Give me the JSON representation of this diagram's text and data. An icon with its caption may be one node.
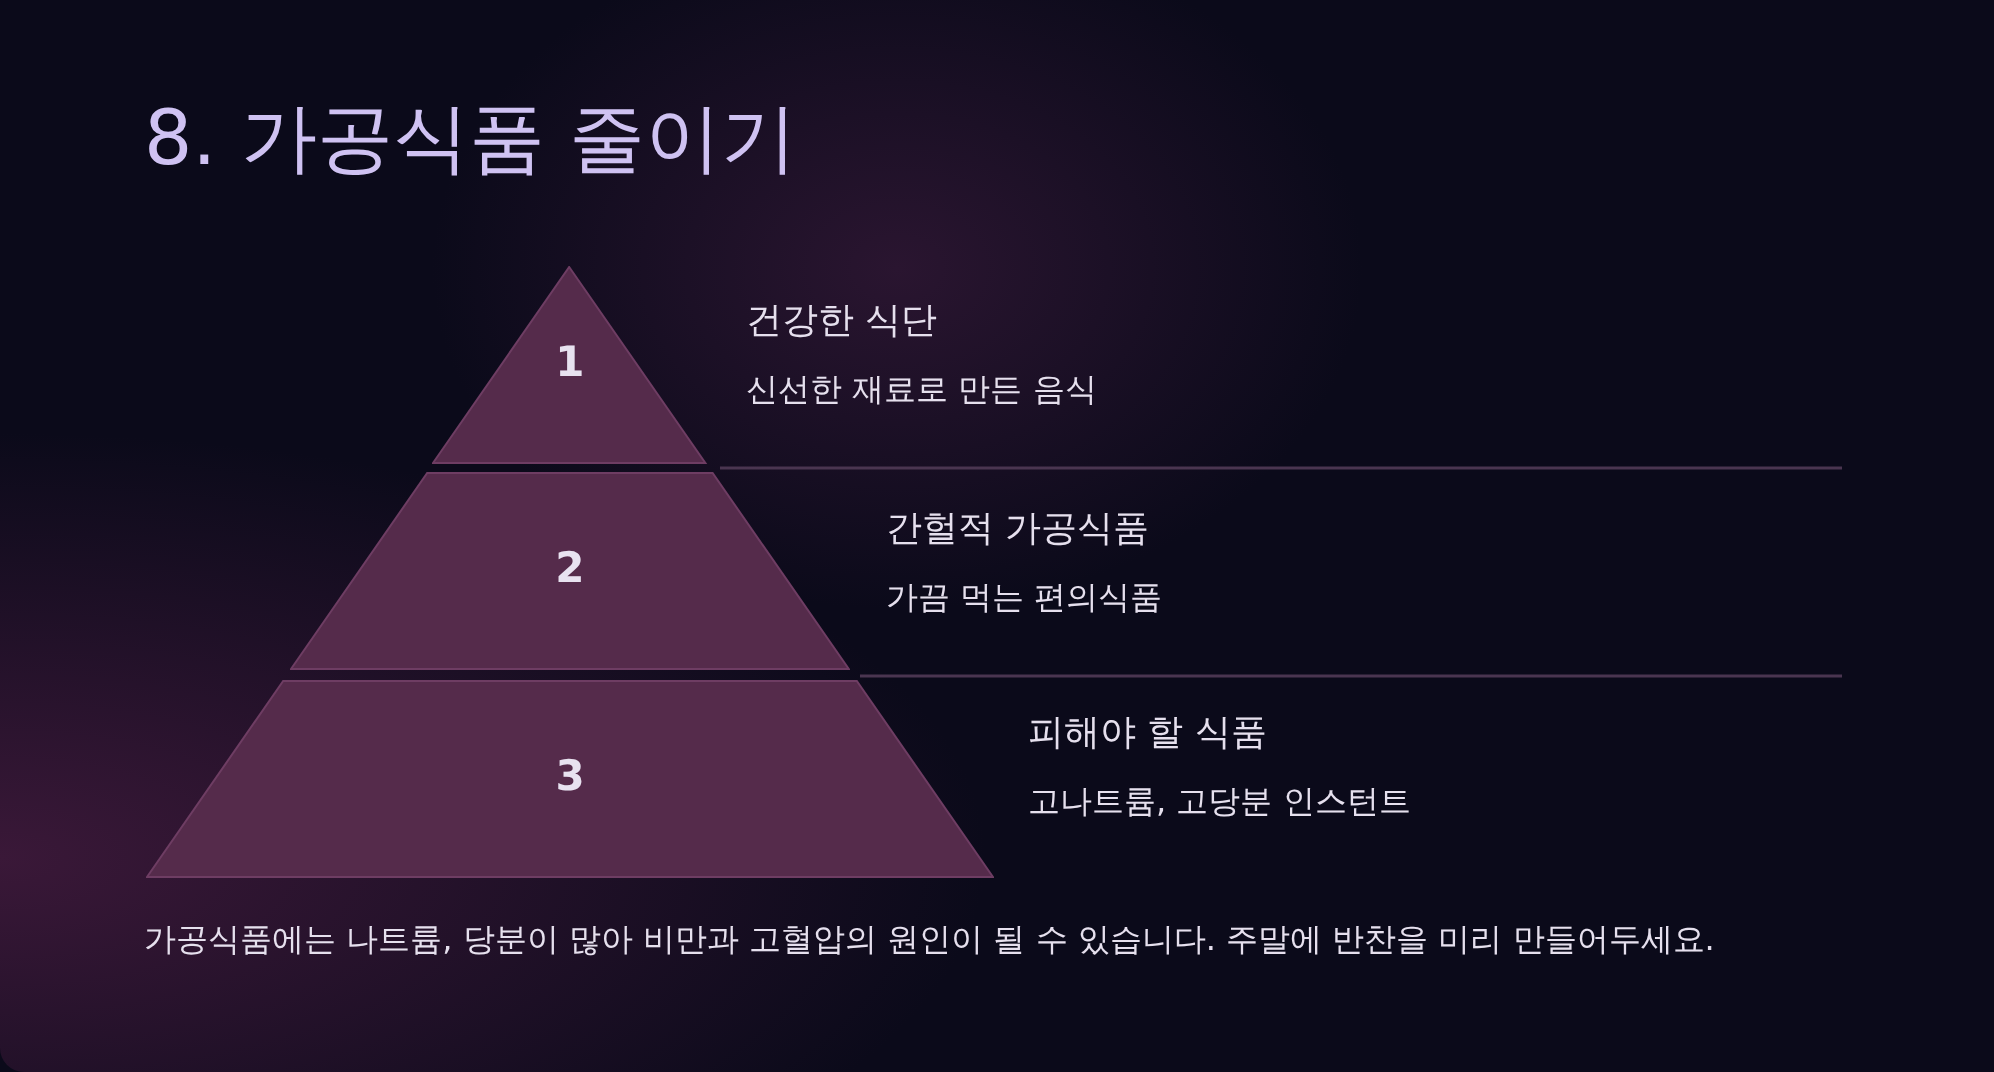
{
  "diagram": {
    "title": "8. 가공식품 줄이기",
    "nodes": [
      {
        "text": [
          "1"
        ],
        "beside": [
          "건강한 식단",
          "신선한 재료로 만든 음식"
        ]
      },
      {
        "text": [
          "2"
        ],
        "beside": [
          "간헐적 가공식품",
          "가끔 먹는 편의식품"
        ]
      },
      {
        "text": [
          "3"
        ],
        "beside": [
          "피해야 할 식품",
          "고나트륨, 고당분 인스턴트"
        ]
      }
    ],
    "edges": [],
    "caption": "가공식품에는 나트륨, 당분이 많아 비만과 고혈압의 원인이 될 수 있습니다. 주말에 반찬을 미리 만들어두세요."
  }
}
